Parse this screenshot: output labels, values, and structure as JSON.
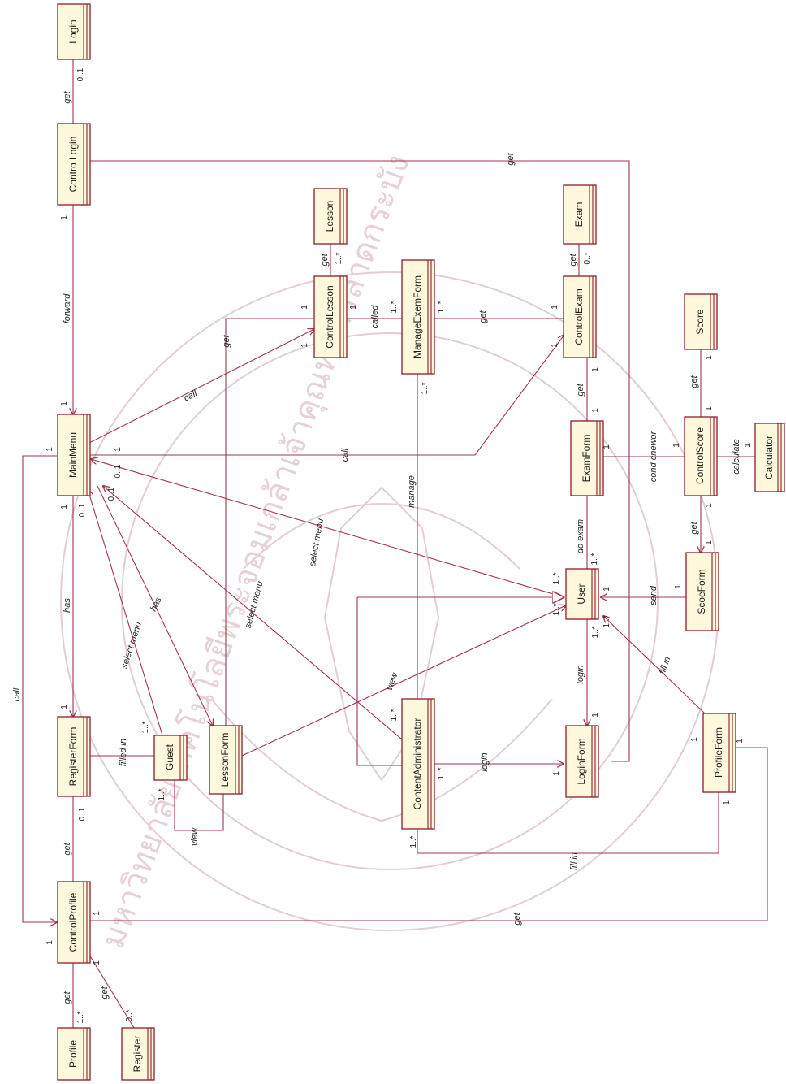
{
  "watermark": {
    "text": "มหาวิทยาลัยเทคโนโลยีพระจอมเกล้าเจ้าคุณทหารลาดกระบัง"
  },
  "classes": {
    "login": "Login",
    "control_login": "Contro Login",
    "main_menu": "MainMenu",
    "register_form": "RegisterForm",
    "control_profile": "ControlProfile",
    "profile": "Profile",
    "register": "Register",
    "guest": "Guest",
    "lesson_form": "LessonForm",
    "lesson": "Lesson",
    "control_lesson": "ControlLesson",
    "manage_exam_form": "ManageExemForm",
    "content_administrator": "ContentAdministrator",
    "exam": "Exam",
    "control_exam": "ControlExam",
    "exam_form": "ExamForm",
    "user": "User",
    "login_form": "LoginForm",
    "score": "Score",
    "control_score": "ControlScore",
    "calculator": "Calculator",
    "score_form": "ScoeForm",
    "profile_form": "ProfileForm"
  },
  "edge_labels": {
    "get_login": "get",
    "forward": "forward",
    "get_controllogin_top": "get",
    "has_register": "has",
    "call_left": "call",
    "get_register_profile": "get",
    "get_profile": "get",
    "get_register": "get",
    "filled_in": "filled in",
    "view_guest": "view",
    "select_menu_guest": "select menu",
    "has_lesson": "has",
    "get_lesson_top": "get",
    "get_lesson": "get",
    "call_lesson": "call",
    "called": "called",
    "get_exam_from_manage": "get",
    "get_exam": "get",
    "manage": "manage",
    "select_menu_admin": "select menu",
    "select_menu_user": "select menu",
    "call_exam": "call",
    "view_lessonform_user": "view",
    "login_admin": "login",
    "login_user": "login",
    "do_exam": "do exam",
    "get_examform": "get",
    "send": "send",
    "fill_in_profile": "fill in",
    "fill_in_admin": "fill in",
    "get_score": "get",
    "cond_answer": "cond cnewor",
    "calculate": "calculate",
    "get_scoreform": "get",
    "get_bottom": "get"
  },
  "multiplicities": {
    "login_1": "0..1",
    "controllogin_1": "1",
    "mainmenu_top": "1",
    "mainmenu_left": "1",
    "mainmenu_bottom": "1",
    "mainmenu_b2": "0..1",
    "mainmenu_b3": "0..1",
    "mainmenu_b4": "0..1",
    "mainmenu_b5": "1",
    "register_top": "1",
    "register_bottom": "0..1",
    "controlprofile_left": "1",
    "controlprofile_r1": "1",
    "controlprofile_r2": "1",
    "profile_m": "1..*",
    "register_m": "0..*",
    "guest_top": "1..*",
    "guest_bottom": "1..*",
    "lesson_m": "1..*",
    "controllesson_1": "1",
    "controllesson_2": "1",
    "controllesson_3": "1",
    "manage_top": "1..*",
    "manage_right": "1..*",
    "manage_bottom": "1..*",
    "exam_m": "0..*",
    "controlexam_1": "1",
    "controlexam_2": "1",
    "controlexam_3": "1",
    "examform_1": "1",
    "examform_2": "1",
    "user_1": "1..*",
    "user_2": "1..*",
    "user_3": "1..*",
    "user_4": "1",
    "user_5": "1..*",
    "user_6": "1..*",
    "admin_1": "1..*",
    "admin_2": "1..*",
    "admin_3": "1..*",
    "loginform_1": "1",
    "loginform_2": "1",
    "score_1": "1",
    "controlscore_1": "1",
    "controlscore_2": "1",
    "controlscore_3": "1",
    "calculator_1": "1",
    "scoreform_1": "1",
    "scoreform_2": "1",
    "profileform_1": "1",
    "profileform_2": "1",
    "profileform_3": "1"
  }
}
